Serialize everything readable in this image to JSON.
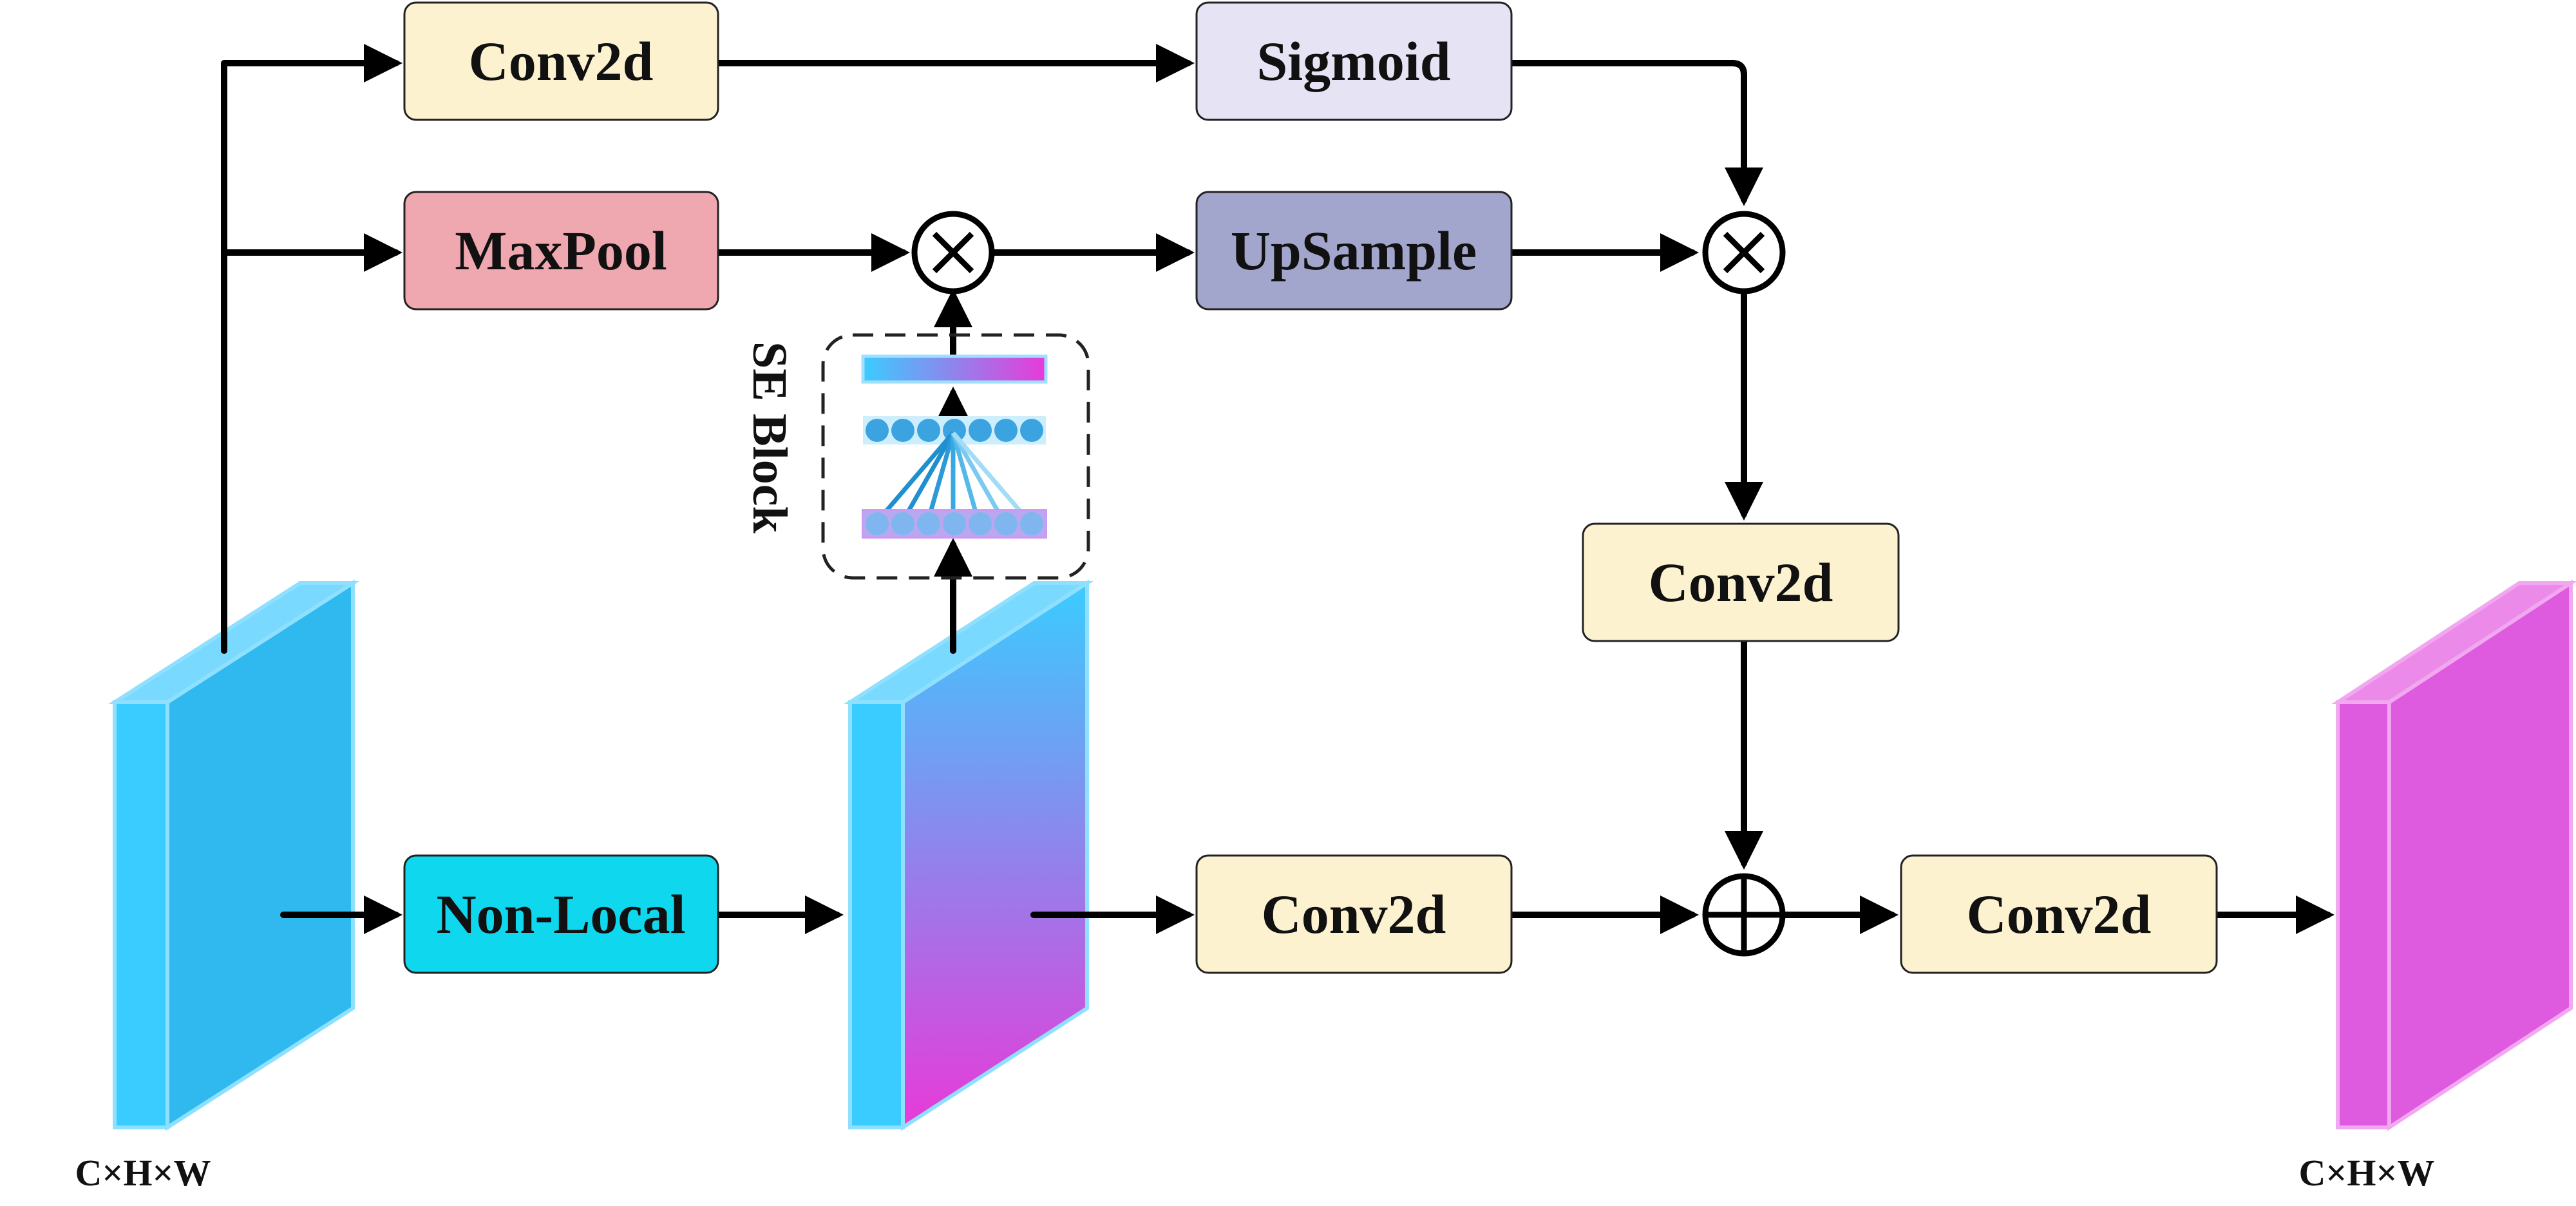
{
  "diagram": {
    "blocks": {
      "conv2d_top": "Conv2d",
      "sigmoid": "Sigmoid",
      "maxpool": "MaxPool",
      "upsample": "UpSample",
      "conv2d_right": "Conv2d",
      "non_local": "Non-Local",
      "conv2d_mid": "Conv2d",
      "conv2d_out": "Conv2d"
    },
    "se_block_label": "SE Block",
    "input_dims": "C×H×W",
    "output_dims": "C×H×W",
    "operators": {
      "multiply": "⊗",
      "add": "⊕"
    },
    "colors": {
      "conv2d": "#fdf2d0",
      "sigmoid": "#e6e4f4",
      "maxpool": "#f0a8b0",
      "upsample": "#a3a6cc",
      "non_local": "#0fd8ee",
      "input_tensor": "#3accff",
      "output_tensor": "#de5ade",
      "gradient_start": "#3accff",
      "gradient_end": "#e83ad8"
    }
  }
}
